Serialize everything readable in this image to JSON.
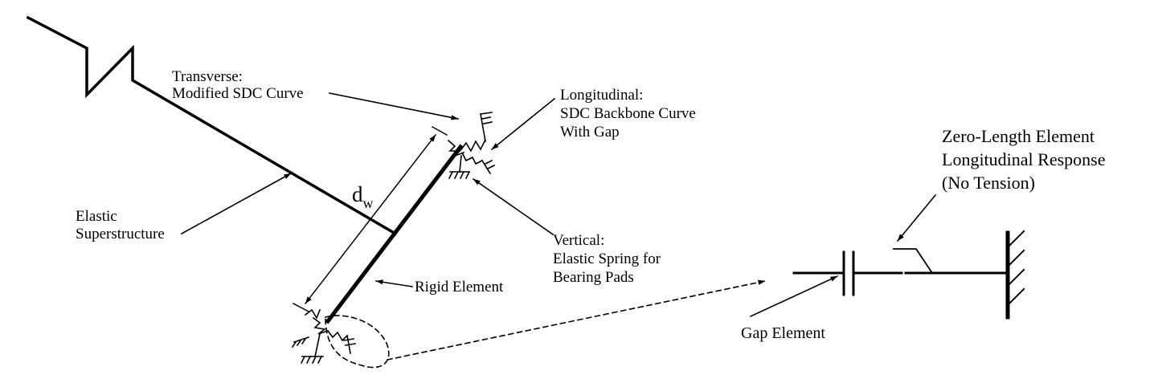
{
  "labels": {
    "transverse": [
      "Transverse:",
      "Modified SDC Curve"
    ],
    "longitudinal": [
      "Longitudinal:",
      "SDC Backbone Curve",
      "With Gap"
    ],
    "zero_length": [
      "Zero-Length Element",
      "Longitudinal Response",
      "(No Tension)"
    ],
    "dw_main": "d",
    "dw_sub": "w",
    "elastic": [
      "Elastic",
      "Superstructure"
    ],
    "vertical": [
      "Vertical:",
      "Elastic Spring for",
      "Bearing Pads"
    ],
    "rigid": "Rigid Element",
    "gap": "Gap Element"
  },
  "colors": {
    "ink": "#000000",
    "background": "#ffffff"
  }
}
